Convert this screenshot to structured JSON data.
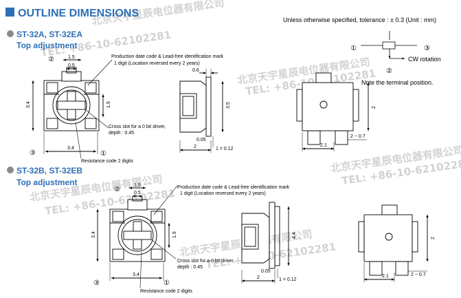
{
  "header": {
    "title": "OUTLINE DIMENSIONS",
    "tolerance_note": "Unless otherwise specified, tolerance : ± 0.3 (Unit : mm)"
  },
  "legend": {
    "terminal_1": "①",
    "terminal_2": "②",
    "terminal_3": "③",
    "rotation": "CW rotation",
    "note": "Note the terminal position."
  },
  "watermark": {
    "company": "北京天宇星辰电位器有限公司",
    "phone": "TEL: +86-10-62102281"
  },
  "colors": {
    "accent": "#2e6fb5",
    "line": "#000000",
    "watermark": "#d2d2d2"
  },
  "section_a": {
    "model": "ST-32A, ST-32EA",
    "adjustment": "Top adjustment",
    "callout_date": "Production date code & Lead-free identification mark",
    "callout_digit": "1 digit (Location reversed every 2 years)",
    "callout_slot": "Cross slot for a 0 bit driver,",
    "callout_depth": "depth : 0.45",
    "callout_res": "Resistance code 2 digits",
    "num_1": "①",
    "num_2": "②",
    "num_3": "③",
    "dim_1_5": "1.5",
    "dim_0_5": "0.5",
    "dim_3_4_h": "3.4",
    "dim_3_4_v": "3.4",
    "dim_1_9": "1.9",
    "dim_0_6": "0.6",
    "dim_3_5": "3.5",
    "dim_0_05": "0.05",
    "dim_2": "2",
    "dim_1_012": "1 = 0.12",
    "dim_2_07": "2 − 0.7",
    "dim_2_1": "2.1",
    "dim_2_right": "2"
  },
  "section_b": {
    "model": "ST-32B, ST-32EB",
    "adjustment": "Top adjustment",
    "callout_date": "Production date code & Lead-free identification mark",
    "callout_digit": "1 digit (Location reversed every 2 years)",
    "callout_slot": "Cross slot for a 0 bit driver,",
    "callout_depth": "depth : 0.45",
    "callout_res": "Resistance code 2 digits",
    "num_1": "①",
    "num_2": "②",
    "num_3": "③",
    "dim_1_5": "1.5",
    "dim_0_5": "0.5",
    "dim_3_4_h": "3.4",
    "dim_3_4_v": "3.4",
    "dim_1_9": "1.9",
    "dim_4_4": "4.4",
    "dim_0_05": "0.05",
    "dim_2": "2",
    "dim_1_012": "1 = 0.12",
    "dim_2_07": "2 − 0.7",
    "dim_2_1": "2.1",
    "dim_2_right": "2"
  }
}
